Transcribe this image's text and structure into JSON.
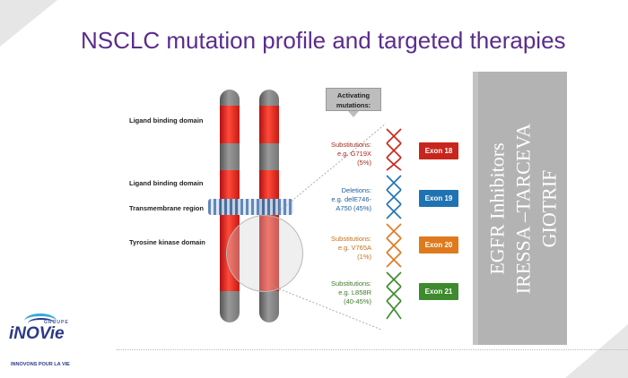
{
  "title": "NSCLC mutation profile and targeted therapies",
  "domain_labels": [
    "Ligand binding domain",
    "Ligand binding domain",
    "Transmembrane region",
    "Tyrosine kinase domain"
  ],
  "activating_box": {
    "line1": "Activating",
    "line2": "mutations:"
  },
  "mutations": [
    {
      "l1": "Substitutions:",
      "l2": "e.g. G719X",
      "l3": "(5%)",
      "color": "#a52a1e",
      "exon": "Exon 18",
      "exon_color": "#c8261c"
    },
    {
      "l1": "Deletions:",
      "l2": "e.g. delE746-",
      "l3": "A750 (45%)",
      "color": "#1f5e9a",
      "exon": "Exon 19",
      "exon_color": "#1f73b3"
    },
    {
      "l1": "Substitutions:",
      "l2": "e.g. V765A",
      "l3": "(1%)",
      "color": "#c7701a",
      "exon": "Exon 20",
      "exon_color": "#de7a1e"
    },
    {
      "l1": "Substitutions:",
      "l2": "e.g. L858R",
      "l3": "(40-45%)",
      "color": "#3d7a2a",
      "exon": "Exon 21",
      "exon_color": "#3e8a2e"
    }
  ],
  "drug_panel": {
    "line1": "EGFR Inhibitors",
    "line2": "IRESSA –TARCEVA",
    "line3": "GIOTRIF"
  },
  "logo": {
    "groupe": "GROUPE",
    "name": "iNOVie",
    "tagline": "INNOVONS POUR LA VIE"
  }
}
